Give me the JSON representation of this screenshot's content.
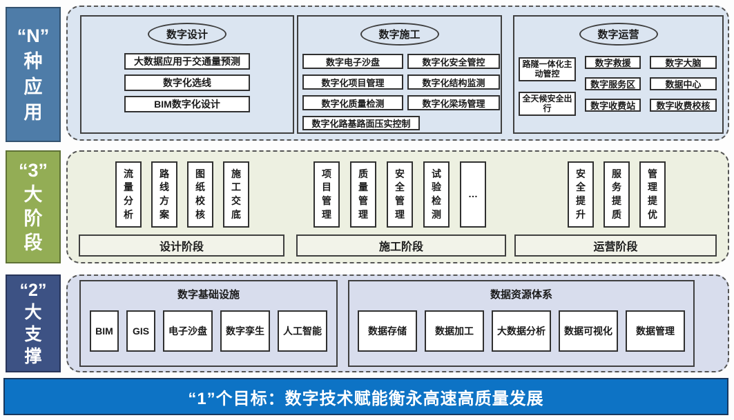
{
  "sidebars": {
    "applications": "“N”\n种\n应\n用",
    "stages": "“3”\n大\n阶\n段",
    "supports": "“2”\n大\n支\n撑"
  },
  "applications": {
    "design": {
      "title": "数字设计",
      "items": [
        "大数据应用于交通量预测",
        "数字化选线",
        "BIM数字化设计"
      ]
    },
    "construction": {
      "title": "数字施工",
      "left_items": [
        "数字电子沙盘",
        "数字化项目管理",
        "数字化质量检测"
      ],
      "right_items": [
        "数字化安全管控",
        "数字化结构监测",
        "数字化梁场管理"
      ],
      "wide_item": "数字化路基路面压实控制"
    },
    "operation": {
      "title": "数字运营",
      "col1": [
        "路隧一体化主动管控",
        "全天候安全出行"
      ],
      "col2": [
        "数字救援",
        "数字服务区",
        "数字收费站"
      ],
      "col3": [
        "数字大脑",
        "数据中心",
        "数字收费校核"
      ]
    }
  },
  "stages": {
    "design": {
      "label": "设计阶段",
      "items": [
        "流量分析",
        "路线方案",
        "图纸校核",
        "施工交底"
      ]
    },
    "construction": {
      "label": "施工阶段",
      "items": [
        "项目管理",
        "质量管理",
        "安全管理",
        "试验检测",
        "…"
      ]
    },
    "operation": {
      "label": "运营阶段",
      "items": [
        "安全提升",
        "服务提质",
        "管理提优"
      ]
    }
  },
  "supports": {
    "infrastructure": {
      "title": "数字基础设施",
      "items": [
        "BIM",
        "GIS",
        "电子沙盘",
        "数字孪生",
        "人工智能"
      ]
    },
    "data_resource": {
      "title": "数据资源体系",
      "items": [
        "数据存储",
        "数据加工",
        "大数据分析",
        "数据可视化",
        "数据管理"
      ]
    }
  },
  "goal": {
    "text": "“1”个目标：数字技术赋能衡永高速高质量发展"
  },
  "colors": {
    "sidebar_applications": "#4e7ca8",
    "sidebar_stages": "#93ad55",
    "sidebar_supports": "#3d5284",
    "goal_bar": "#0d73c5",
    "panel_applications_bg": "#dbe5f1",
    "panel_stages_bg": "#edf0e1",
    "panel_supports_bg": "#d8dded",
    "item_bg": "#ffffff",
    "border": "#3f3f3f"
  }
}
